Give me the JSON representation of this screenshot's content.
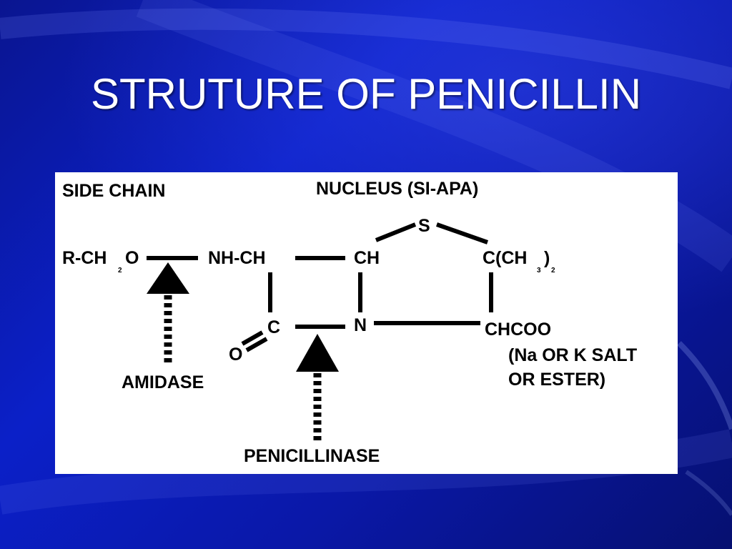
{
  "slide": {
    "title": "STRUTURE OF PENICILLIN"
  },
  "diagram": {
    "headings": {
      "side_chain": "SIDE CHAIN",
      "nucleus": "NUCLEUS (SI-APA)"
    },
    "atoms": {
      "r_ch2o_a": "R-CH",
      "r_ch2o_sub": "2",
      "r_ch2o_b": "O",
      "nh_ch": "NH-CH",
      "ch": "CH",
      "s": "S",
      "cch3_a": "C(CH",
      "cch3_sub1": "3",
      "cch3_b": ")",
      "cch3_sub2": "2",
      "c": "C",
      "o": "O",
      "n": "N",
      "chcoo": "CHCOO"
    },
    "notes": {
      "salt_line1": "(Na OR K SALT",
      "salt_line2": "OR ESTER)"
    },
    "enzymes": {
      "amidase": "AMIDASE",
      "penicillinase": "PENICILLINASE"
    }
  }
}
